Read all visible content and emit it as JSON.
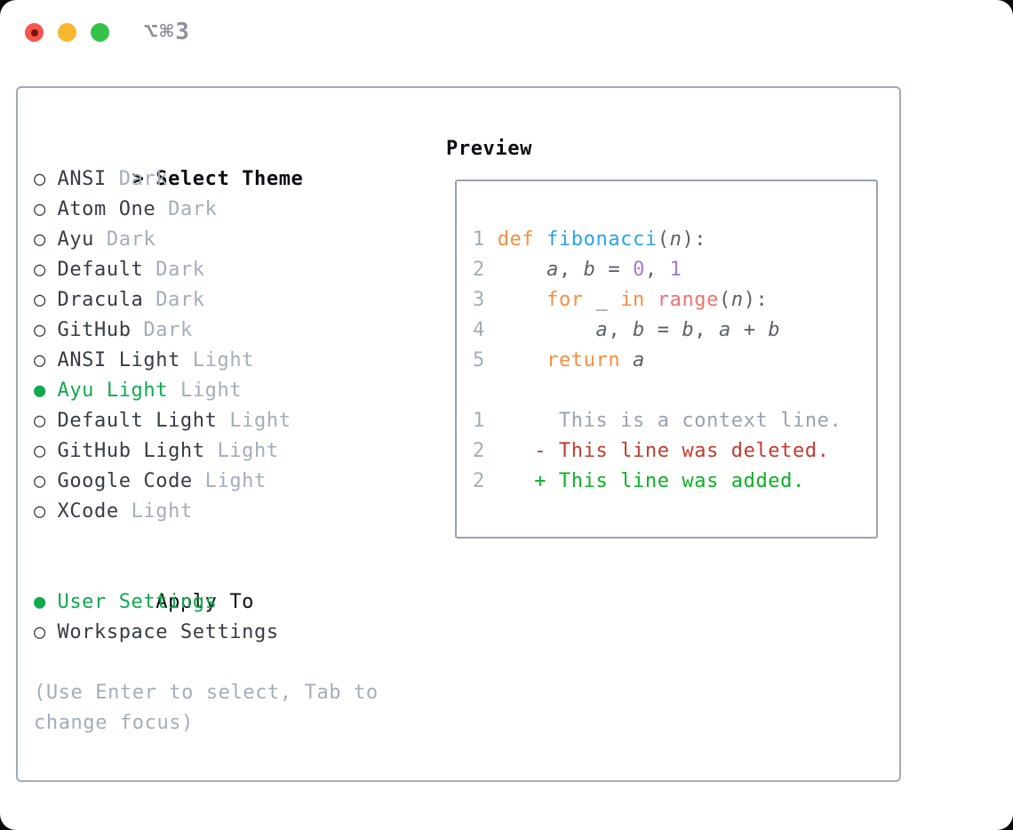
{
  "window": {
    "title": "⌥⌘3"
  },
  "markers": {
    "prompt": ">",
    "unselected": "○",
    "selected": "●"
  },
  "theme_list": {
    "prompt": ">",
    "header": "Select Theme",
    "items": [
      {
        "name": "ANSI",
        "variant": "Dark",
        "selected": false
      },
      {
        "name": "Atom One",
        "variant": "Dark",
        "selected": false
      },
      {
        "name": "Ayu",
        "variant": "Dark",
        "selected": false
      },
      {
        "name": "Default",
        "variant": "Dark",
        "selected": false
      },
      {
        "name": "Dracula",
        "variant": "Dark",
        "selected": false
      },
      {
        "name": "GitHub",
        "variant": "Dark",
        "selected": false
      },
      {
        "name": "ANSI Light",
        "variant": "Light",
        "selected": false
      },
      {
        "name": "Ayu Light",
        "variant": "Light",
        "selected": true
      },
      {
        "name": "Default Light",
        "variant": "Light",
        "selected": false
      },
      {
        "name": "GitHub Light",
        "variant": "Light",
        "selected": false
      },
      {
        "name": "Google Code",
        "variant": "Light",
        "selected": false
      },
      {
        "name": "XCode",
        "variant": "Light",
        "selected": false
      }
    ]
  },
  "apply_to": {
    "header": "Apply To",
    "items": [
      {
        "label": "User Settings",
        "selected": true
      },
      {
        "label": "Workspace Settings",
        "selected": false
      }
    ]
  },
  "help_text": "(Use Enter to select, Tab to change focus)",
  "preview": {
    "title": "Preview",
    "lines": [
      {
        "num": "1",
        "tokens": [
          [
            "kw",
            "def"
          ],
          [
            "plain",
            " "
          ],
          [
            "fn",
            "fibonacci"
          ],
          [
            "plain",
            "("
          ],
          [
            "var",
            "n"
          ],
          [
            "plain",
            "):"
          ]
        ]
      },
      {
        "num": "2",
        "tokens": [
          [
            "plain",
            "    "
          ],
          [
            "var",
            "a"
          ],
          [
            "plain",
            ", "
          ],
          [
            "var",
            "b"
          ],
          [
            "plain",
            " = "
          ],
          [
            "num",
            "0"
          ],
          [
            "plain",
            ", "
          ],
          [
            "num",
            "1"
          ]
        ]
      },
      {
        "num": "3",
        "tokens": [
          [
            "plain",
            "    "
          ],
          [
            "kw",
            "for"
          ],
          [
            "plain",
            " _ "
          ],
          [
            "kw",
            "in"
          ],
          [
            "plain",
            " "
          ],
          [
            "coral",
            "range"
          ],
          [
            "plain",
            "("
          ],
          [
            "var",
            "n"
          ],
          [
            "plain",
            "):"
          ]
        ]
      },
      {
        "num": "4",
        "tokens": [
          [
            "plain",
            "        "
          ],
          [
            "var",
            "a"
          ],
          [
            "plain",
            ", "
          ],
          [
            "var",
            "b"
          ],
          [
            "plain",
            " = "
          ],
          [
            "var",
            "b"
          ],
          [
            "plain",
            ", "
          ],
          [
            "var",
            "a"
          ],
          [
            "plain",
            " + "
          ],
          [
            "var",
            "b"
          ]
        ]
      },
      {
        "num": "5",
        "tokens": [
          [
            "plain",
            "    "
          ],
          [
            "kw",
            "return"
          ],
          [
            "plain",
            " "
          ],
          [
            "var",
            "a"
          ]
        ]
      },
      {
        "num": "",
        "tokens": []
      },
      {
        "num": "1",
        "tokens": [
          [
            "ctx",
            "     This is a context line."
          ]
        ]
      },
      {
        "num": "2",
        "tokens": [
          [
            "del",
            "   - This line was deleted."
          ]
        ]
      },
      {
        "num": "2",
        "tokens": [
          [
            "add",
            "   + This line was added."
          ]
        ]
      }
    ]
  },
  "colors": {
    "selected_green": "#10a94e",
    "header_black": "#0c0d10",
    "item_dark": "#363c44",
    "muted_gray": "#a4adb9",
    "context_gray": "#99a2ad",
    "keyword_orange": "#fa8d3e",
    "function_blue": "#2aa2e8",
    "number_purple": "#a37acc",
    "builtin_coral": "#f07171",
    "code_text": "#5c6166",
    "diff_deleted_red": "#c23b2e",
    "diff_added_green": "#09b224",
    "border_gray": "#a2abb6",
    "border_gray_dark": "#98a2ae",
    "title_gray": "#8e9298",
    "traffic_red": "#f2564d",
    "traffic_yellow": "#f7b72e",
    "traffic_green": "#35c24a",
    "modified_dot": "#7a0f08"
  }
}
